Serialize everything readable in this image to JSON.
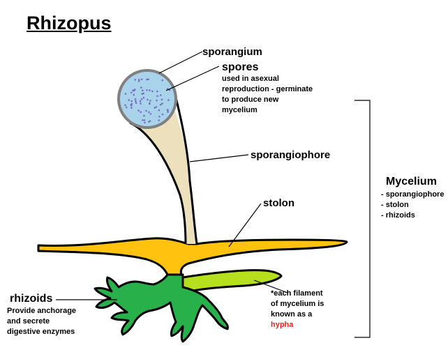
{
  "title": "Rhizopus",
  "labels": {
    "sporangium": "sporangium",
    "spores": "spores",
    "spores_note": "used in asexual\nreproduction - germinate\nto produce new\nmycelium",
    "sporangiophore": "sporangiophore",
    "stolon": "stolon",
    "mycelium": "Mycelium",
    "mycelium_parts": [
      "- sporangiophore",
      "- stolon",
      "- rhizoids"
    ],
    "rhizoids": "rhizoids",
    "rhizoids_note": "Provide anchorage\nand secrete\ndigestive enzymes",
    "hypha_note": "*each filament\nof mycelium is\nknown as a",
    "hypha": "hypha"
  },
  "colors": {
    "sporangium_fill": "#a9d3ea",
    "sporangium_outline": "#808080",
    "spore_dots": "#7a6fc2",
    "sporangiophore": "#ece0bd",
    "stolon": "#ffc20e",
    "rhizoid": "#28b04a",
    "hypha_branch": "#b6e01e",
    "hypha_text": "#e8261f"
  }
}
